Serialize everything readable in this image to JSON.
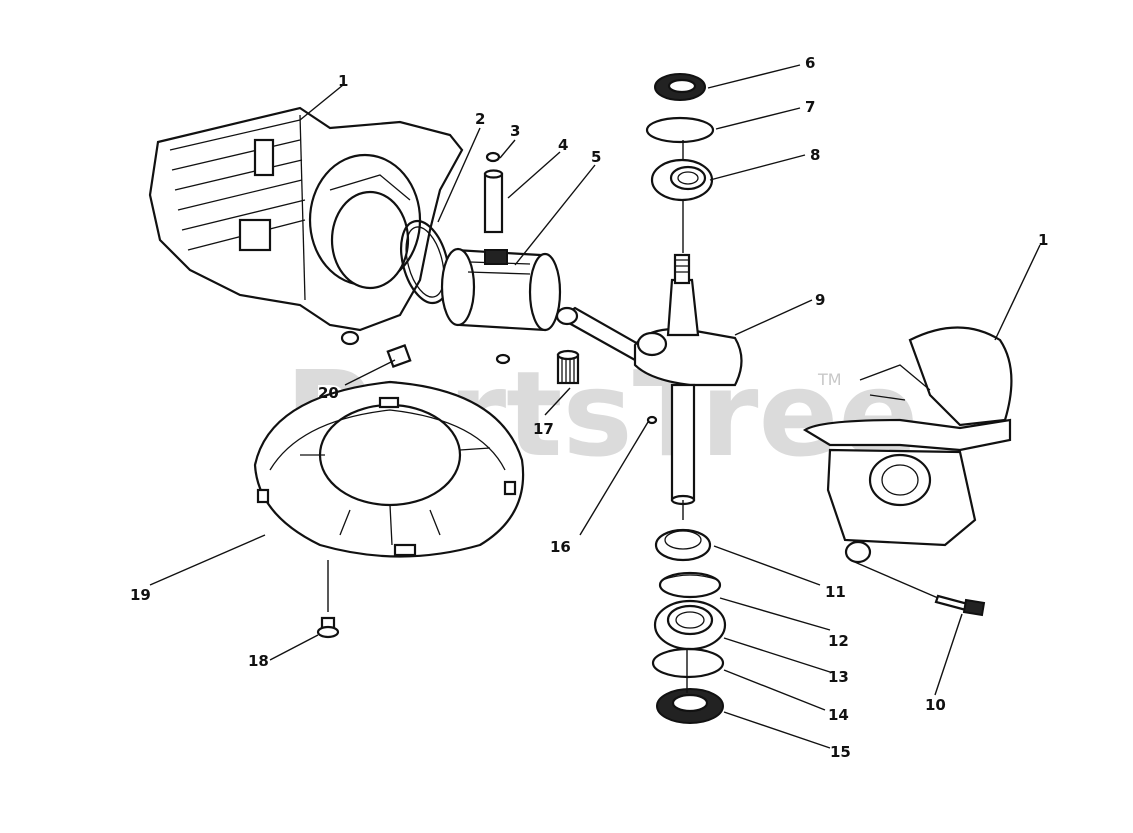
{
  "watermark": {
    "text": "PartsTree",
    "trademark": "TM"
  },
  "callouts": {
    "c1a": "1",
    "c1b": "1",
    "c2": "2",
    "c3": "3",
    "c4": "4",
    "c5": "5",
    "c6": "6",
    "c7": "7",
    "c8": "8",
    "c9": "9",
    "c10": "10",
    "c11": "11",
    "c12": "12",
    "c13": "13",
    "c14": "14",
    "c15": "15",
    "c16": "16",
    "c17": "17",
    "c18": "18",
    "c19": "19",
    "c20": "20"
  }
}
